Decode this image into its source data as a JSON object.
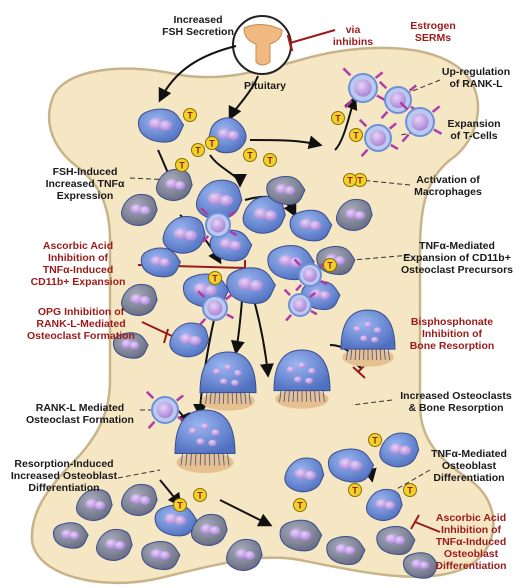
{
  "labels": {
    "increased_fsh": "Increased\nFSH Secretion",
    "pituitary": "Pituitary",
    "via_inhibins": "via\ninhibins",
    "estrogen_serms": "Estrogen\nSERMs",
    "rankl_upregulation": "Up-regulation\nof RANK-L",
    "tcell_expansion": "Expansion\nof T-Cells",
    "fsh_tnf": "FSH-Induced\nIncreased TNFα\nExpression",
    "macrophage_activation": "Activation of\nMacrophages",
    "ascorbic_cd11b": "Ascorbic Acid\nInhibition of\nTNFα-Induced\nCD11b+ Expansion",
    "tnf_cd11b": "TNFα-Mediated\nExpansion of CD11b+\nOsteoclast Precursors",
    "opg_inhibition": "OPG Inhibition of\nRANK-L-Mediated\nOsteoclast Formation",
    "bisphosphonate": "Bisphosphonate\nInhibition of\nBone Resorption",
    "rankl_formation": "RANK-L Mediated\nOsteoclast Formation",
    "increased_osteoclasts": "Increased Osteoclasts\n& Bone Resorption",
    "resorption_osteoblast": "Resorption-Induced\nIncreased Osteoblast\nDifferentiation",
    "tnf_osteoblast": "TNFα-Mediated\nOsteoblast\nDifferentiation",
    "ascorbic_osteoblast": "Ascorbic Acid\nInhibition of\nTNFα-Induced\nOsteoblast\nDifferentiation"
  },
  "tcell_badge": "T",
  "colors": {
    "bone_fill": "#f5e6c4",
    "bone_stroke": "#c9b48a",
    "blue_cell": "#6f90d8",
    "gray_cell": "#8a8fa3",
    "nucleus": "#c7a6e8",
    "tcell_yellow": "#f0d22a",
    "inhibition_red": "#9b1b1b",
    "macrophage_pink": "#e9b6e0"
  }
}
